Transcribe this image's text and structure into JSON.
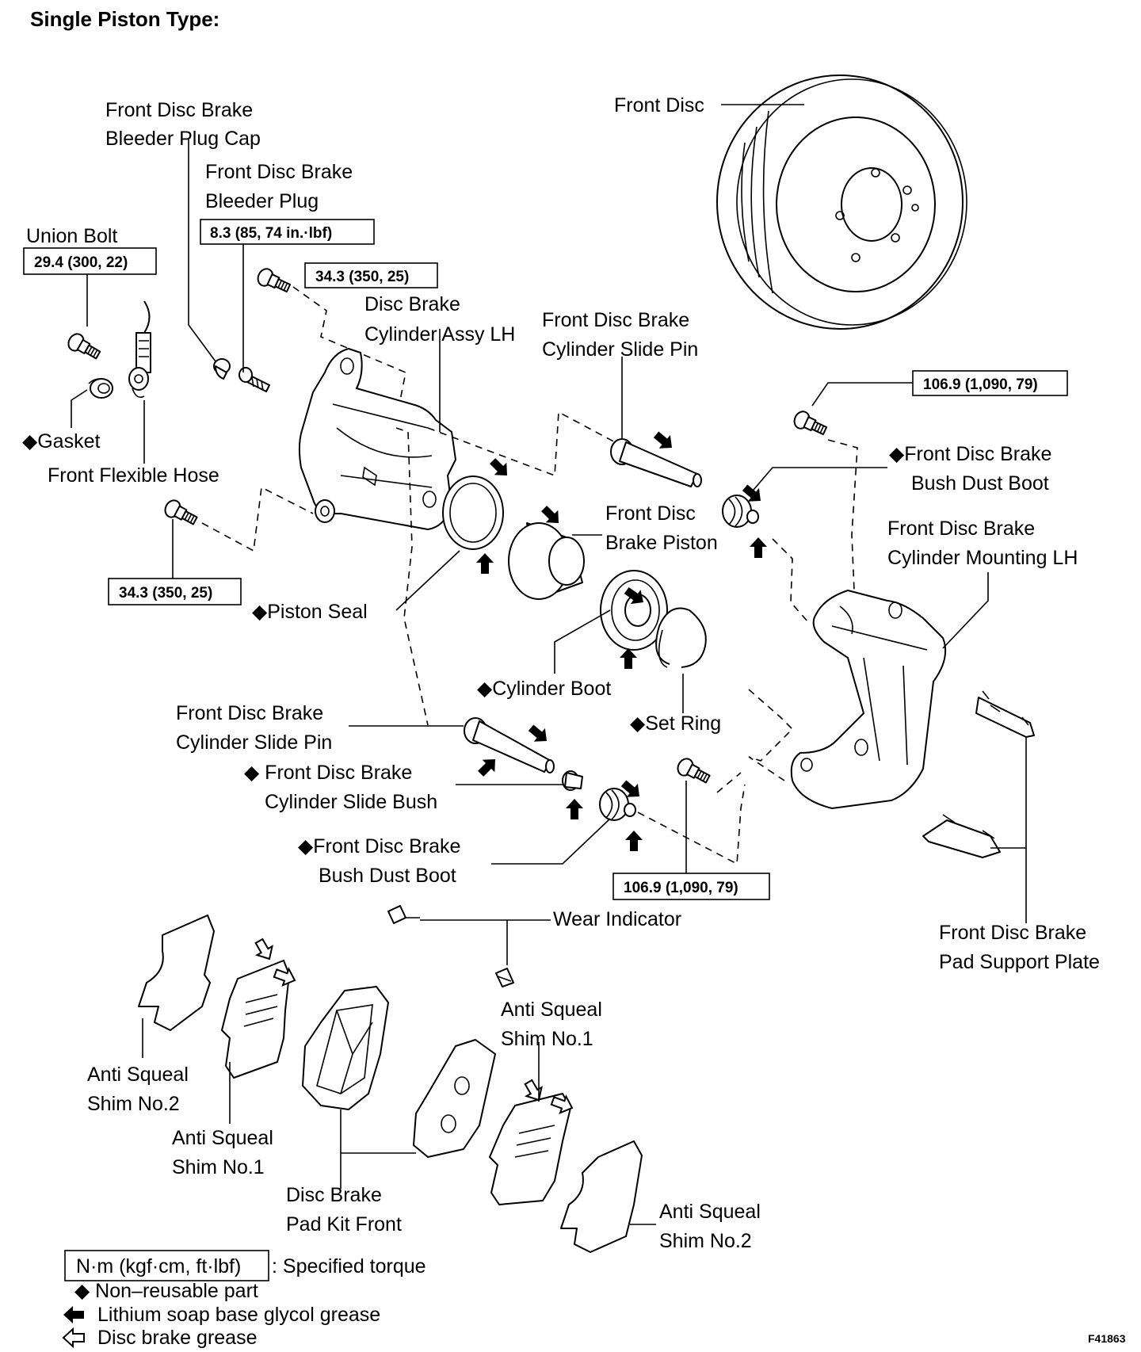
{
  "title": "Single Piston Type:",
  "labels": {
    "front_disc": "Front Disc",
    "bleeder_cap_1": "Front Disc Brake",
    "bleeder_cap_2": "Bleeder Plug Cap",
    "bleeder_plug_1": "Front Disc Brake",
    "bleeder_plug_2": "Bleeder Plug",
    "union_bolt": "Union Bolt",
    "cyl_assy_1": "Disc Brake",
    "cyl_assy_2": "Cylinder Assy LH",
    "slide_pin_top_1": "Front Disc Brake",
    "slide_pin_top_2": "Cylinder Slide Pin",
    "gasket": "◆Gasket",
    "flex_hose": "Front Flexible Hose",
    "dust_boot_top_1": "◆Front Disc Brake",
    "dust_boot_top_2": "Bush Dust Boot",
    "mounting_1": "Front Disc Brake",
    "mounting_2": "Cylinder Mounting LH",
    "piston_1": "Front Disc",
    "piston_2": "Brake Piston",
    "piston_seal": "◆Piston Seal",
    "cyl_boot": "◆Cylinder Boot",
    "set_ring": "◆Set Ring",
    "slide_pin_bot_1": "Front Disc Brake",
    "slide_pin_bot_2": "Cylinder Slide Pin",
    "slide_bush_1": "◆ Front Disc Brake",
    "slide_bush_2": "Cylinder Slide Bush",
    "dust_boot_bot_1": "◆Front Disc Brake",
    "dust_boot_bot_2": "Bush Dust Boot",
    "wear_indicator": "Wear Indicator",
    "pad_support_1": "Front Disc Brake",
    "pad_support_2": "Pad Support Plate",
    "shim1_right_1": "Anti Squeal",
    "shim1_right_2": "Shim No.1",
    "shim2_left_1": "Anti Squeal",
    "shim2_left_2": "Shim No.2",
    "shim1_left_1": "Anti Squeal",
    "shim1_left_2": "Shim No.1",
    "pad_kit_1": "Disc Brake",
    "pad_kit_2": "Pad Kit Front",
    "shim2_right_1": "Anti Squeal",
    "shim2_right_2": "Shim No.2"
  },
  "torques": {
    "union_bolt": "29.4 (300, 22)",
    "bleeder_plug": "8.3 (85, 74 in.·lbf)",
    "upper_bolt": "34.3 (350, 25)",
    "lower_bolt": "34.3 (350, 25)",
    "mount_top": "106.9 (1,090, 79)",
    "mount_bottom": "106.9 (1,090, 79)"
  },
  "legend": {
    "torque_box": "N·m (kgf·cm, ft·lbf)",
    "torque_text": ": Specified torque",
    "nonreusable": "◆ Non–reusable part",
    "lithium": "Lithium soap base glycol grease",
    "disc_grease": "Disc brake grease"
  },
  "figure_code": "F41863"
}
